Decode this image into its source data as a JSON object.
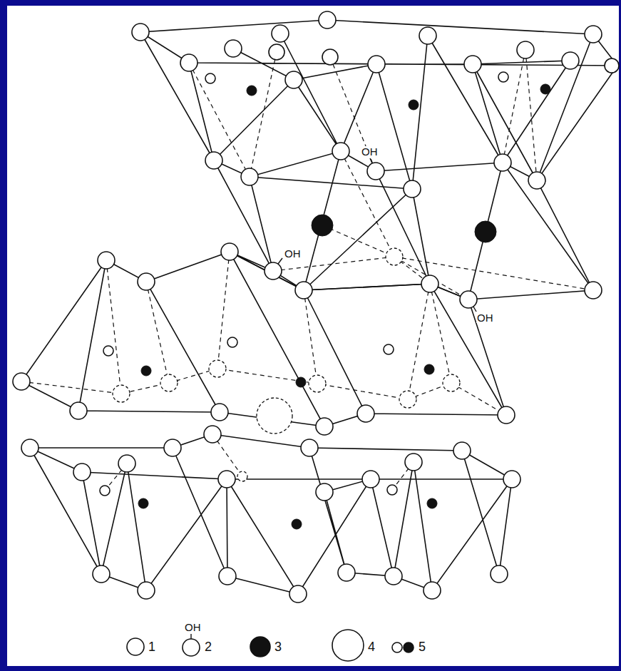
{
  "diagram": {
    "labels": [
      "OH",
      "OH",
      "OH",
      "OH"
    ],
    "legend": [
      {
        "text": "1"
      },
      {
        "text": "2"
      },
      {
        "text": "3"
      },
      {
        "text": "4"
      },
      {
        "text": "5"
      }
    ]
  }
}
